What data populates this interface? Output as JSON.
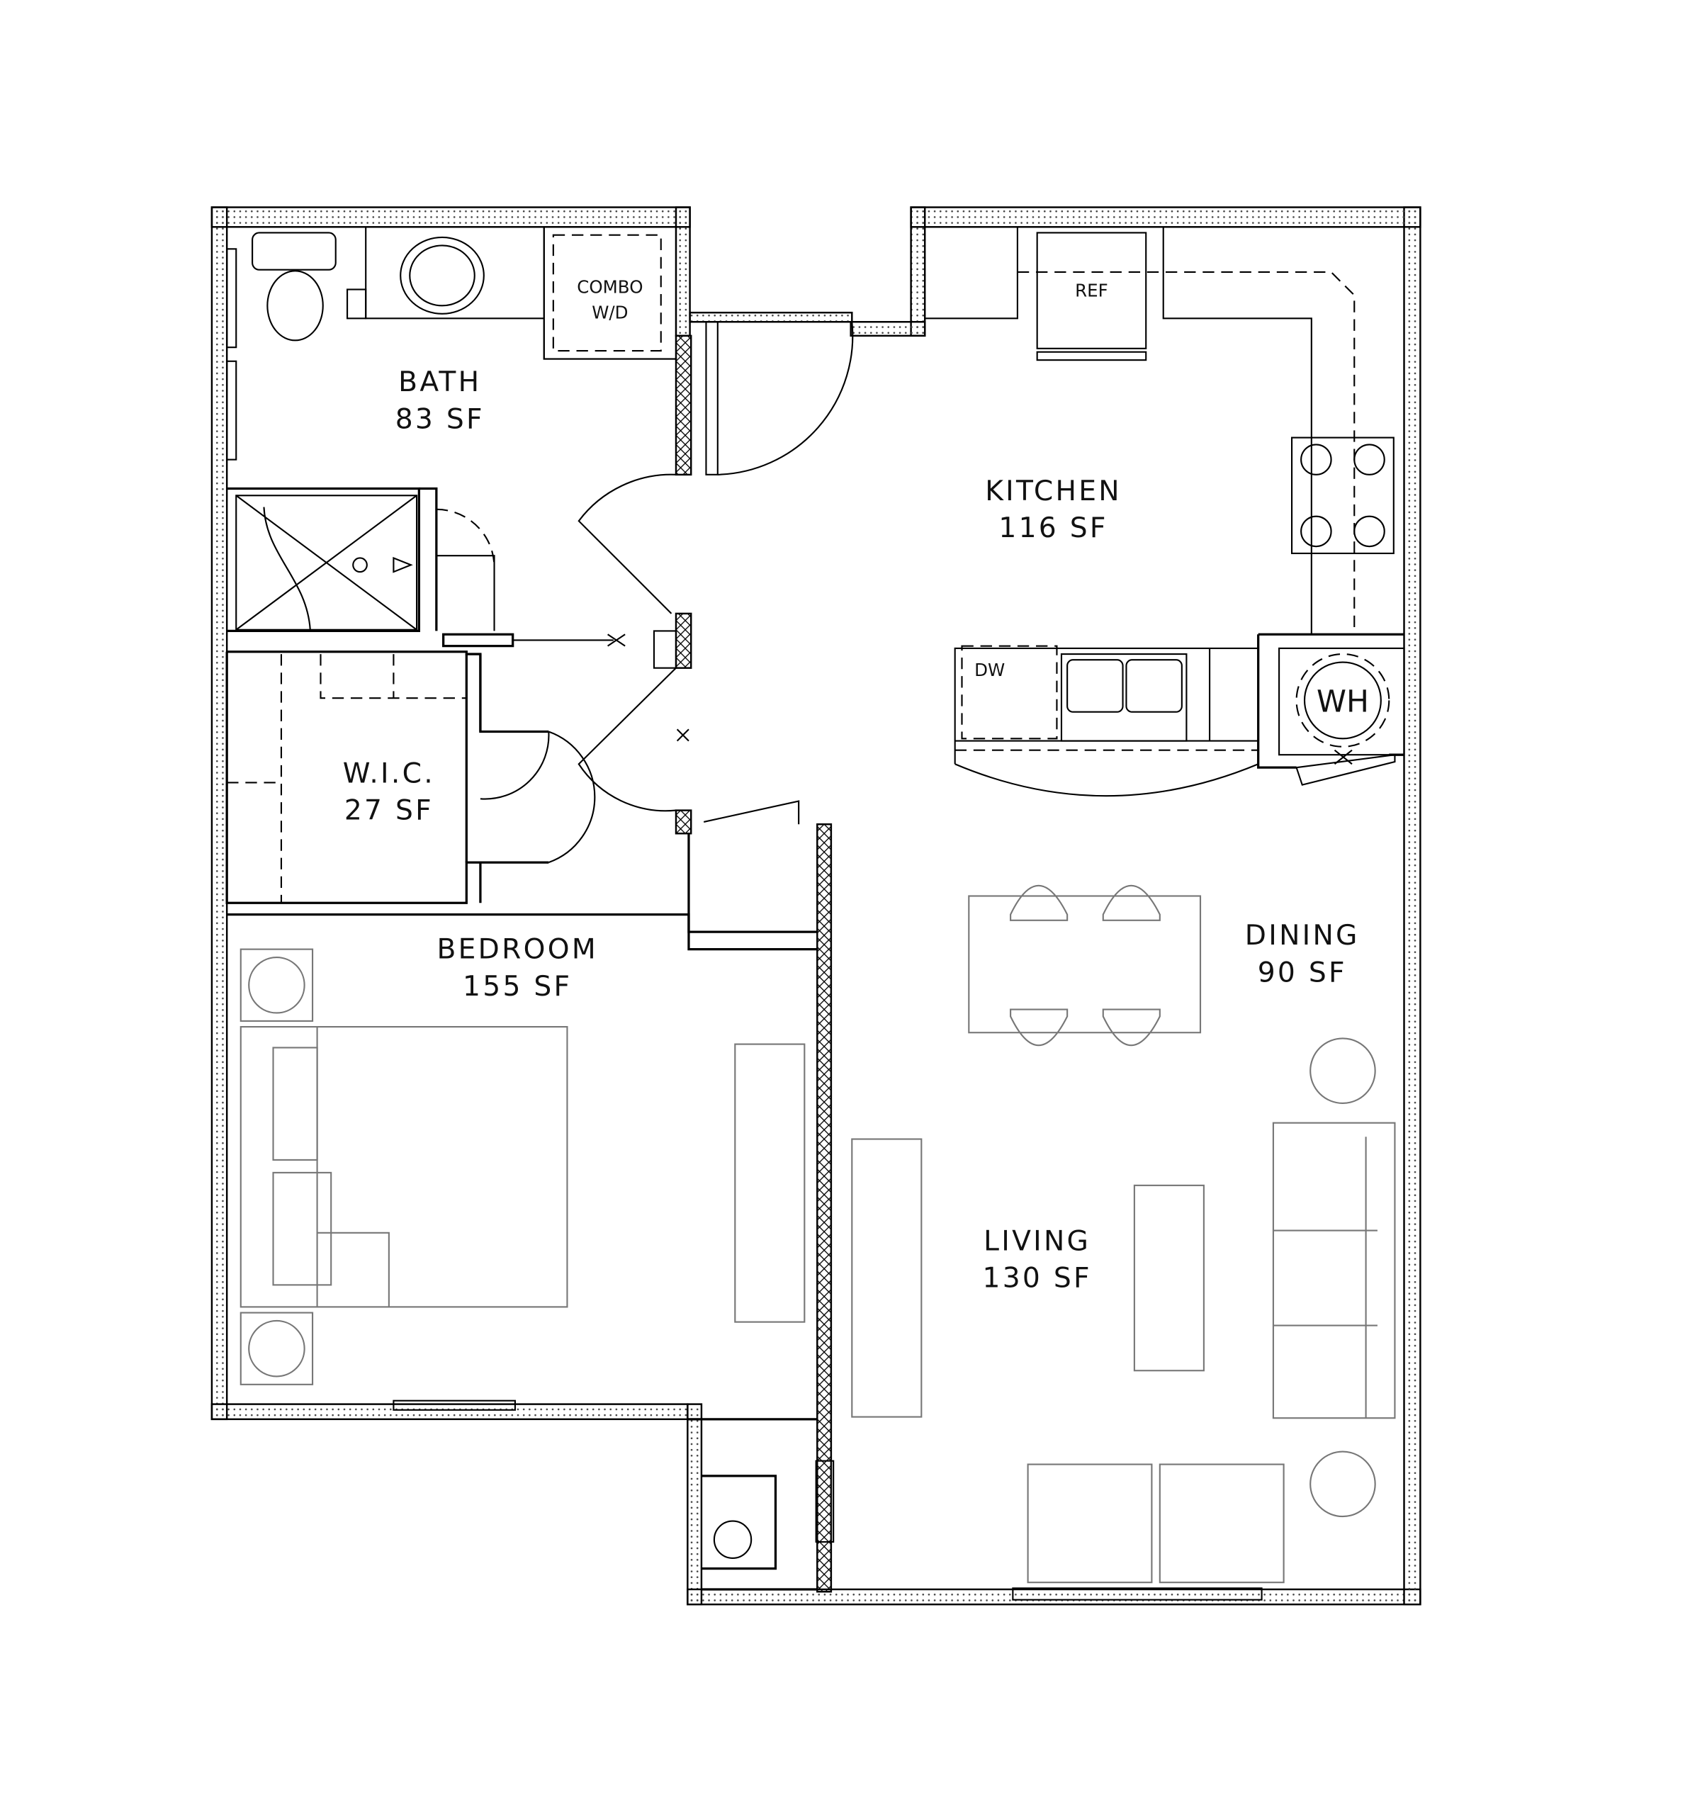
{
  "rooms": {
    "bath": {
      "name": "BATH",
      "area": "83 SF"
    },
    "kitchen": {
      "name": "KITCHEN",
      "area": "116 SF"
    },
    "wic": {
      "name": "W.I.C.",
      "area": "27 SF"
    },
    "bedroom": {
      "name": "BEDROOM",
      "area": "155 SF"
    },
    "dining": {
      "name": "DINING",
      "area": "90 SF"
    },
    "living": {
      "name": "LIVING",
      "area": "130 SF"
    }
  },
  "fixtures": {
    "washer_dryer_line1": "COMBO",
    "washer_dryer_line2": "W/D",
    "refrigerator": "REF",
    "dishwasher": "DW",
    "water_heater": "WH"
  }
}
